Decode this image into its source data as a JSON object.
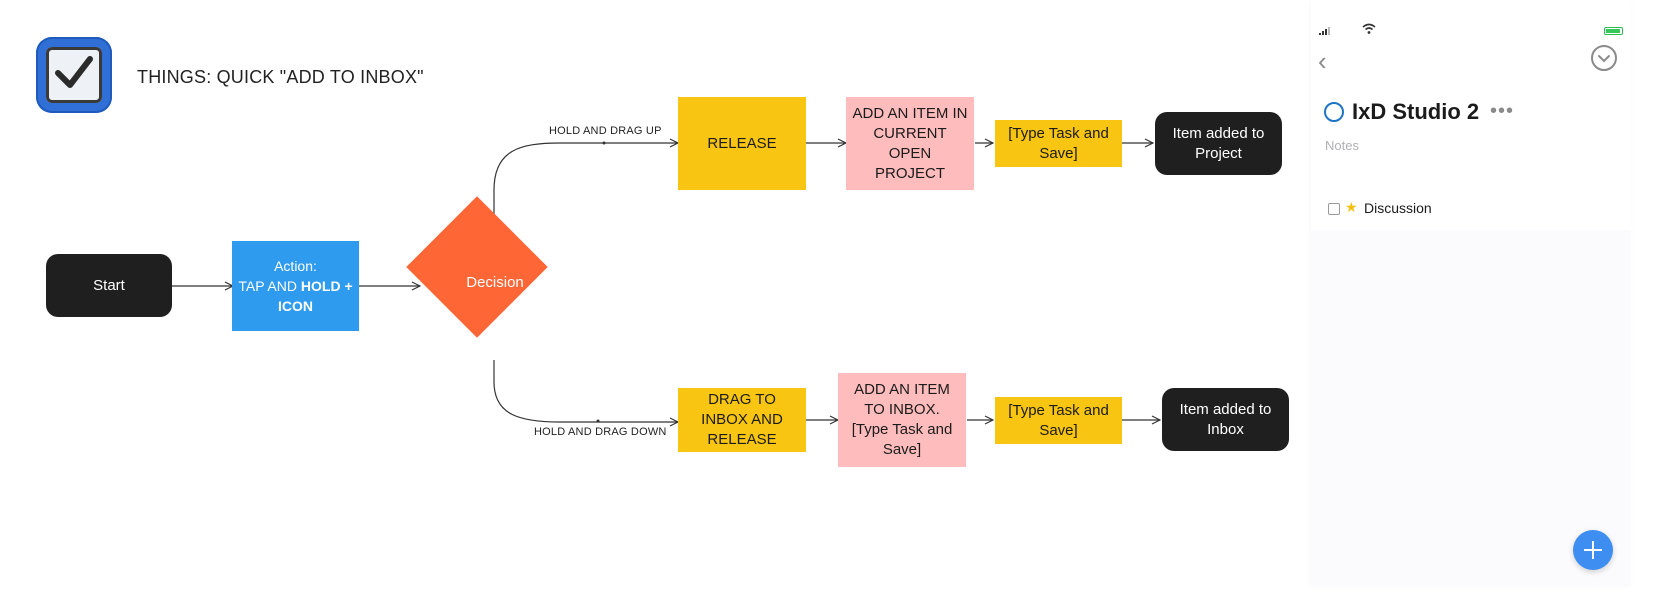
{
  "title": "THINGS: QUICK \"ADD TO INBOX\"",
  "nodes": {
    "start": "Start",
    "action_line1": "Action:",
    "action_prefix": "TAP AND ",
    "action_bold1": "HOLD +",
    "action_bold2": "ICON",
    "decision": "Decision",
    "release": "RELEASE",
    "add_current_project": "ADD AN ITEM IN CURRENT OPEN PROJECT",
    "type_task_top": "[Type Task and Save]",
    "added_project": "Item added to Project",
    "drag_inbox": "DRAG TO INBOX AND RELEASE",
    "add_inbox": "ADD AN ITEM TO INBOX. [Type Task and Save]",
    "type_task_bottom": "[Type Task and Save]",
    "added_inbox": "Item added to Inbox"
  },
  "edges": {
    "up_label": "HOLD AND DRAG UP",
    "down_label": "HOLD AND DRAG DOWN"
  },
  "phone": {
    "project_title": "IxD Studio 2",
    "notes_placeholder": "Notes",
    "todo_label": "Discussion",
    "accent_color": "#3d8ef0",
    "icons": [
      "signal-icon",
      "wifi-icon",
      "battery-icon",
      "back-chevron-icon",
      "done-circle-icon",
      "more-dots-icon",
      "star-icon",
      "plus-icon"
    ]
  },
  "colors": {
    "terminal": "#1f1f1f",
    "action": "#2f9bef",
    "decision": "#ff6636",
    "yellow_step": "#f8c512",
    "pink_step": "#ffbcbc"
  }
}
